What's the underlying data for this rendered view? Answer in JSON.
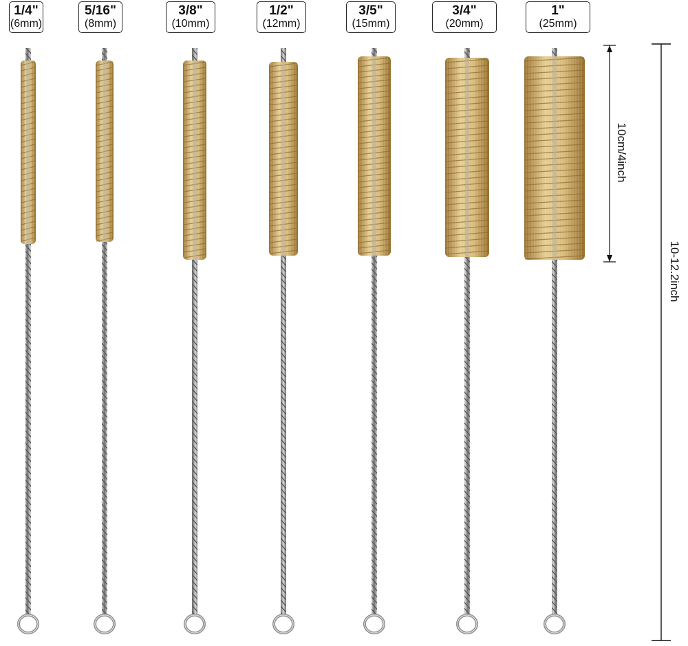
{
  "brushes": [
    {
      "inch": "1/4\"",
      "mm": "(6mm)"
    },
    {
      "inch": "5/16\"",
      "mm": "(8mm)"
    },
    {
      "inch": "3/8\"",
      "mm": "(10mm)"
    },
    {
      "inch": "1/2\"",
      "mm": "(12mm)"
    },
    {
      "inch": "3/5\"",
      "mm": "(15mm)"
    },
    {
      "inch": "3/4\"",
      "mm": "(20mm)"
    },
    {
      "inch": "1\"",
      "mm": "(25mm)"
    }
  ],
  "dimensions": {
    "head_length": "10cm/4inch",
    "total_length": "10-12.2inch"
  },
  "colors": {
    "brass_light": "#dcc48c",
    "brass_dark": "#a07a3a",
    "steel": "#9a9a9a",
    "line": "#111111"
  }
}
